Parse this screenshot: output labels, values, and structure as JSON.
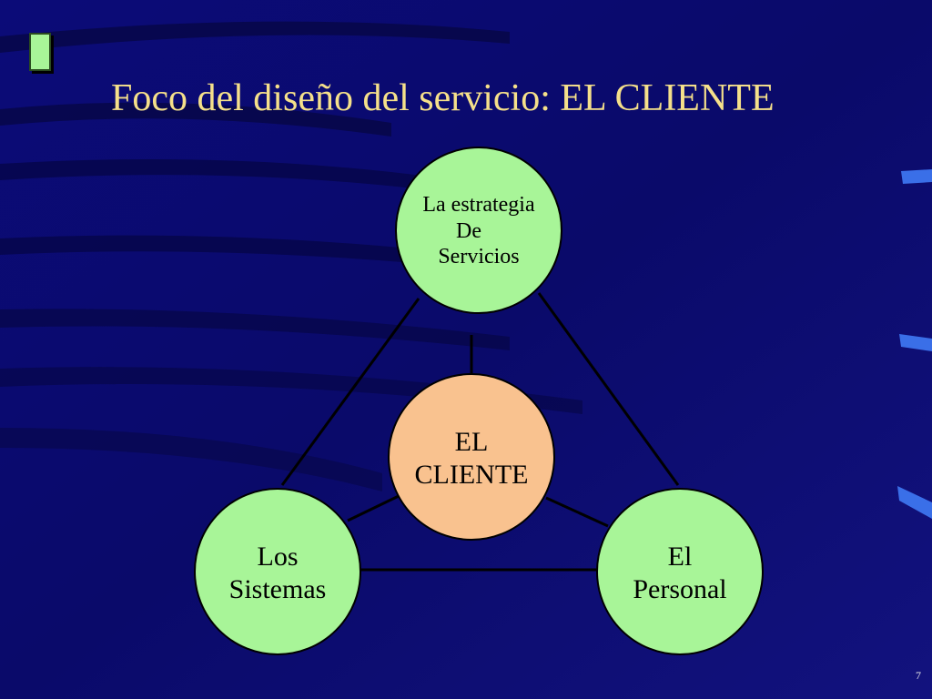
{
  "slide": {
    "title": "Foco del diseño del servicio: EL CLIENTE",
    "page_number": "7"
  },
  "diagram": {
    "nodes": {
      "strategy": {
        "lines": [
          "La estrategia",
          "De",
          "Servicios"
        ]
      },
      "client": {
        "lines": [
          "EL",
          "CLIENTE"
        ]
      },
      "systems": {
        "lines": [
          "Los",
          "Sistemas"
        ]
      },
      "staff": {
        "lines": [
          "El",
          "Personal"
        ]
      }
    }
  },
  "colors": {
    "background": "#0a0a6e",
    "title": "#f5e08a",
    "outer_node": "#a8f598",
    "center_node": "#f9c28f",
    "connector": "#000000"
  }
}
